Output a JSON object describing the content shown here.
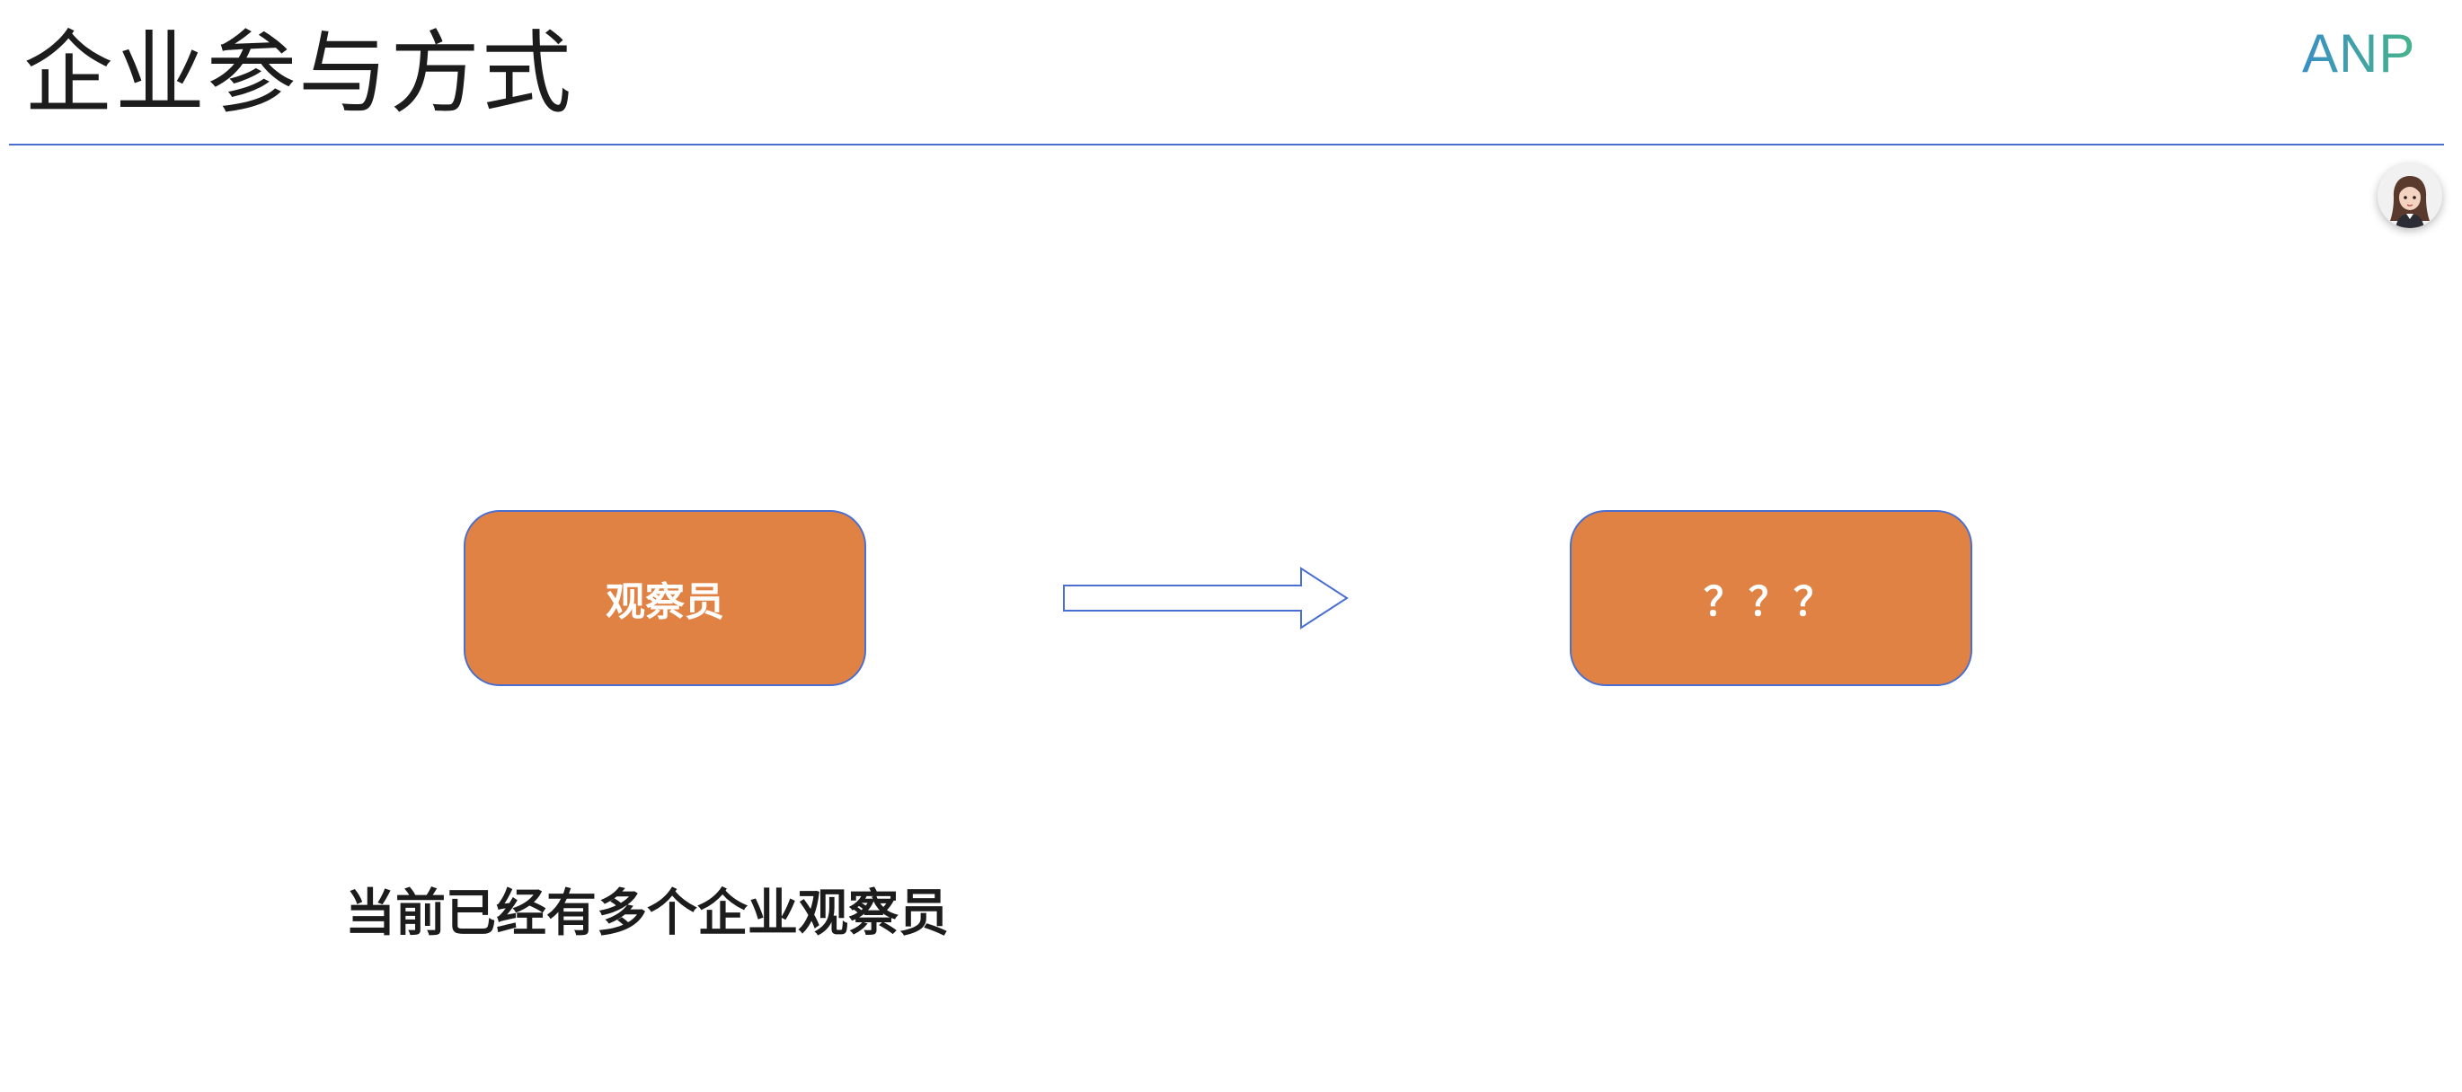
{
  "slide": {
    "title": "企业参与方式",
    "logo_text": "ANP",
    "logo_colors": [
      "#3a8fc4",
      "#48b48a"
    ],
    "rule_color": "#4a6fd0"
  },
  "diagram": {
    "source_box": "观察员",
    "target_box": "？？？",
    "box_fill": "#e08244",
    "box_border": "#4a6fd0",
    "connector": "arrow-right-outline"
  },
  "note": "当前已经有多个企业观察员",
  "avatar": {
    "icon": "assistant-avatar-icon"
  }
}
